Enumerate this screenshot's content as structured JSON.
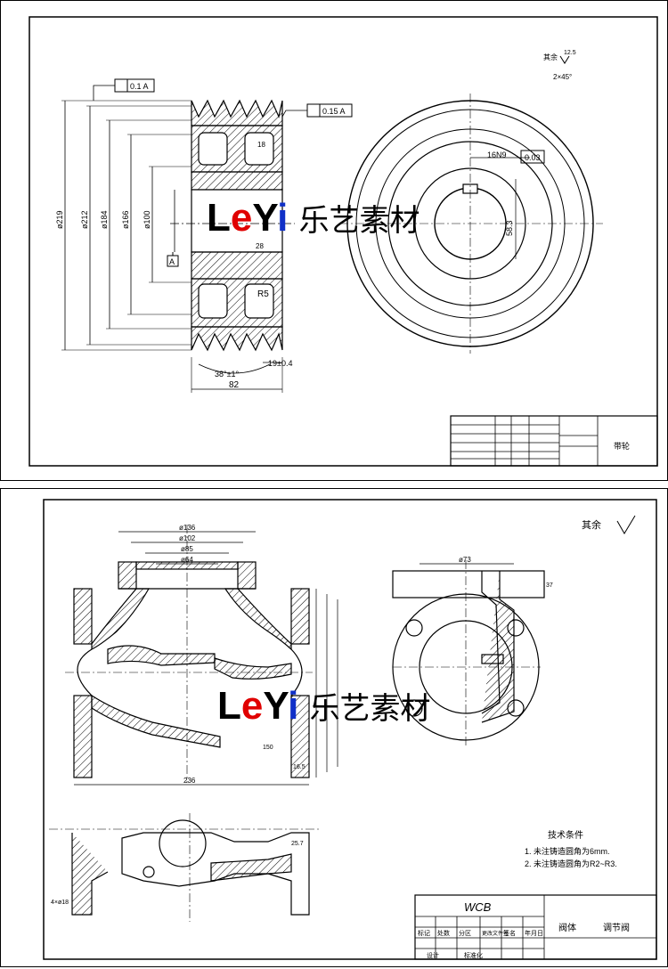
{
  "watermark": {
    "latin_l": "L",
    "latin_e": "e",
    "latin_y": "Y",
    "latin_i": "i",
    "chinese": "乐艺素材"
  },
  "sheet1": {
    "roughness_label": "其余",
    "roughness_value": "12.5",
    "chamfer_note": "2×45°",
    "tolerance_a": "0.1 A",
    "tolerance_b": "0.15 A",
    "tolerance_c": "0.03",
    "keyway": "16N9",
    "dims": {
      "d219": "ø219",
      "d212": "ø212",
      "d184": "ø184",
      "d166": "ø166",
      "d100": "ø100",
      "width82": "82",
      "angle": "38°±1°",
      "pitch": "19±0.4",
      "r5": "R5",
      "key_depth": "58.3",
      "d1": "18",
      "d2": "28"
    },
    "datum": "A",
    "title_name": "带轮"
  },
  "sheet2": {
    "roughness_label": "其余",
    "material": "WCB",
    "title_name": "阀体",
    "title_sub": "调节阀",
    "tech_title": "技术条件",
    "tech_items": [
      "1. 未注铸造圆角为6mm.",
      "2. 未注铸造圆角为R2~R3."
    ],
    "dims": {
      "d136": "ø136",
      "d102": "ø102",
      "d85": "ø85",
      "d64": "ø64",
      "w236": "236",
      "w150": "150",
      "d73": "ø73",
      "h37": "37",
      "h25": "25.7",
      "h16": "16.5",
      "n4": "4×ø18"
    },
    "tb_row1": [
      "标记",
      "处数",
      "分区",
      "更改文件号",
      "签名",
      "年月日"
    ],
    "tb_row2": [
      "设计",
      "标准化"
    ]
  }
}
